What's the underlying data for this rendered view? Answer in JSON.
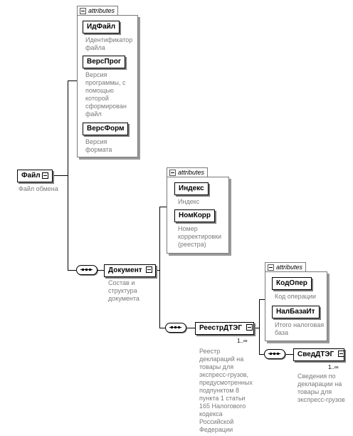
{
  "attributes_label": "attributes",
  "root": {
    "name": "Файл",
    "desc": "Файл обмена"
  },
  "root_attrs": [
    {
      "name": "ИдФайл",
      "desc": "Идентификатор файла"
    },
    {
      "name": "ВерсПрог",
      "desc": "Версия программы, с помощью которой сформирован файл"
    },
    {
      "name": "ВерсФорм",
      "desc": "Версия формата"
    }
  ],
  "doc": {
    "name": "Документ",
    "desc": "Состав и структура документа"
  },
  "doc_attrs": [
    {
      "name": "Индекс",
      "desc": "Индекс"
    },
    {
      "name": "НомКорр",
      "desc": "Номер корректировки (реестра)"
    }
  ],
  "reestr": {
    "name": "РеестрДТЭГ",
    "card": "1..∞",
    "desc": "Реестр деклараций на товары для экспресс-грузов, предусмотренных подпунктом 8 пункта 1 статьи 165 Налогового кодекса Российской Федерации"
  },
  "reestr_attrs": [
    {
      "name": "КодОпер",
      "desc": "Код операции"
    },
    {
      "name": "НалБазаИт",
      "desc": "Итого налоговая база"
    }
  ],
  "sved": {
    "name": "СведДТЭГ",
    "card": "1..∞",
    "desc": "Сведения по декларации на товары для экспресс-грузов"
  }
}
